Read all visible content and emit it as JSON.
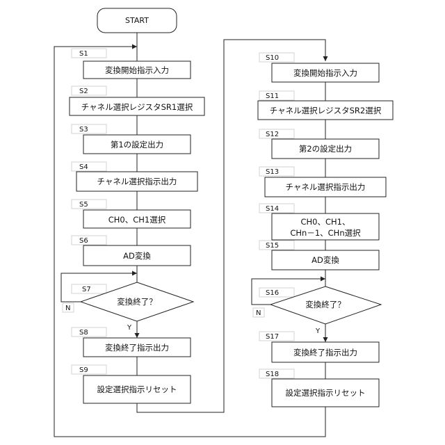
{
  "start": "START",
  "steps": {
    "s1": {
      "id": "S1",
      "label": "変換開始指示入力"
    },
    "s2": {
      "id": "S2",
      "label": "チャネル選択レジスタSR1選択"
    },
    "s3": {
      "id": "S3",
      "label": "第1の設定出力"
    },
    "s4": {
      "id": "S4",
      "label": "チャネル選択指示出力"
    },
    "s5": {
      "id": "S5",
      "label": "CH0、CH1選択"
    },
    "s6": {
      "id": "S6",
      "label": "AD変換"
    },
    "s7": {
      "id": "S7",
      "label": "変換終了？"
    },
    "s8": {
      "id": "S8",
      "label": "変換終了指示出力"
    },
    "s9": {
      "id": "S9",
      "label": "設定選択指示リセット"
    },
    "s10": {
      "id": "S10",
      "label": "変換開始指示入力"
    },
    "s11": {
      "id": "S11",
      "label": "チャネル選択レジスタSR2選択"
    },
    "s12": {
      "id": "S12",
      "label": "第2の設定出力"
    },
    "s13": {
      "id": "S13",
      "label": "チャネル選択指示出力"
    },
    "s14": {
      "id": "S14",
      "label_line1": "CH0、CH1、",
      "label_line2": "CHn－1、CHn選択"
    },
    "s15": {
      "id": "S15",
      "label": "AD変換"
    },
    "s16": {
      "id": "S16",
      "label": "変換終了？"
    },
    "s17": {
      "id": "S17",
      "label": "変換終了指示出力"
    },
    "s18": {
      "id": "S18",
      "label": "設定選択指示リセット"
    }
  },
  "branch": {
    "yes": "Y",
    "no": "N"
  }
}
